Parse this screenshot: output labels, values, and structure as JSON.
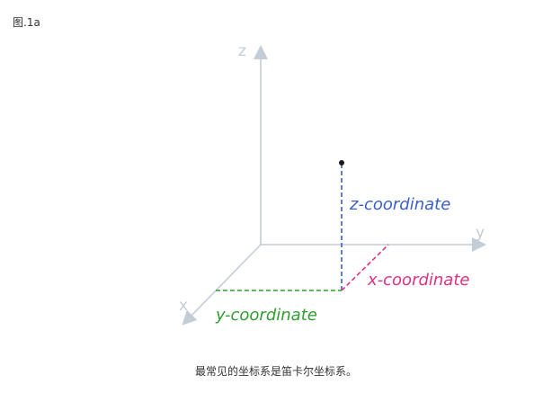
{
  "figure": {
    "label": "图.1a",
    "caption": "最常见的坐标系是笛卡尔坐标系。"
  },
  "axes": {
    "z": "z",
    "y": "y",
    "x": "x"
  },
  "coordinates": {
    "z": "z-coordinate",
    "x": "x-coordinate",
    "y": "y-coordinate"
  },
  "colors": {
    "axis": "#c4ccd6",
    "z_coordinate": "#3a5fcd",
    "x_coordinate": "#e0307f",
    "y_coordinate": "#2f9e2f",
    "point": "#1a1a1a"
  }
}
